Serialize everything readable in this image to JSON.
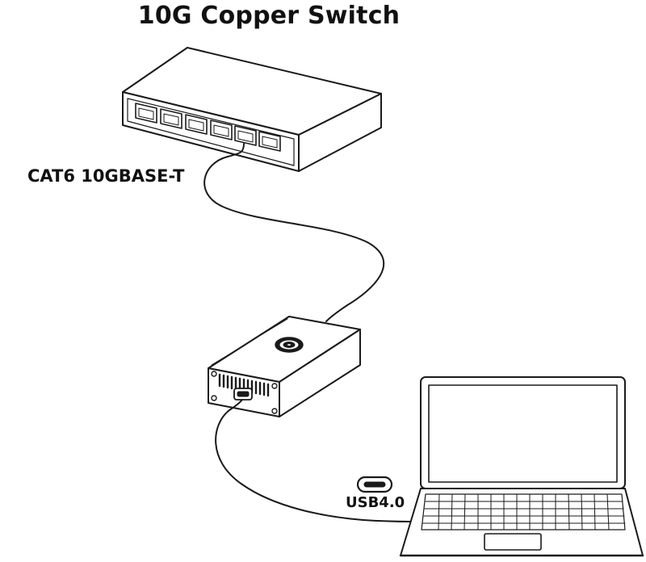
{
  "title": "10G Copper Switch",
  "labels": {
    "cable": "CAT6 10GBASE-T",
    "usb": "USB4.0"
  },
  "icons": [
    "network-switch-icon",
    "ethernet-port-icon",
    "ethernet-cable-icon",
    "adapter-enclosure-icon",
    "cooling-fan-icon",
    "usb-c-port-icon",
    "usb-c-connector-icon",
    "usb-cable-icon",
    "laptop-icon"
  ],
  "colors": {
    "line": "#1a1a1a",
    "background": "#ffffff"
  }
}
